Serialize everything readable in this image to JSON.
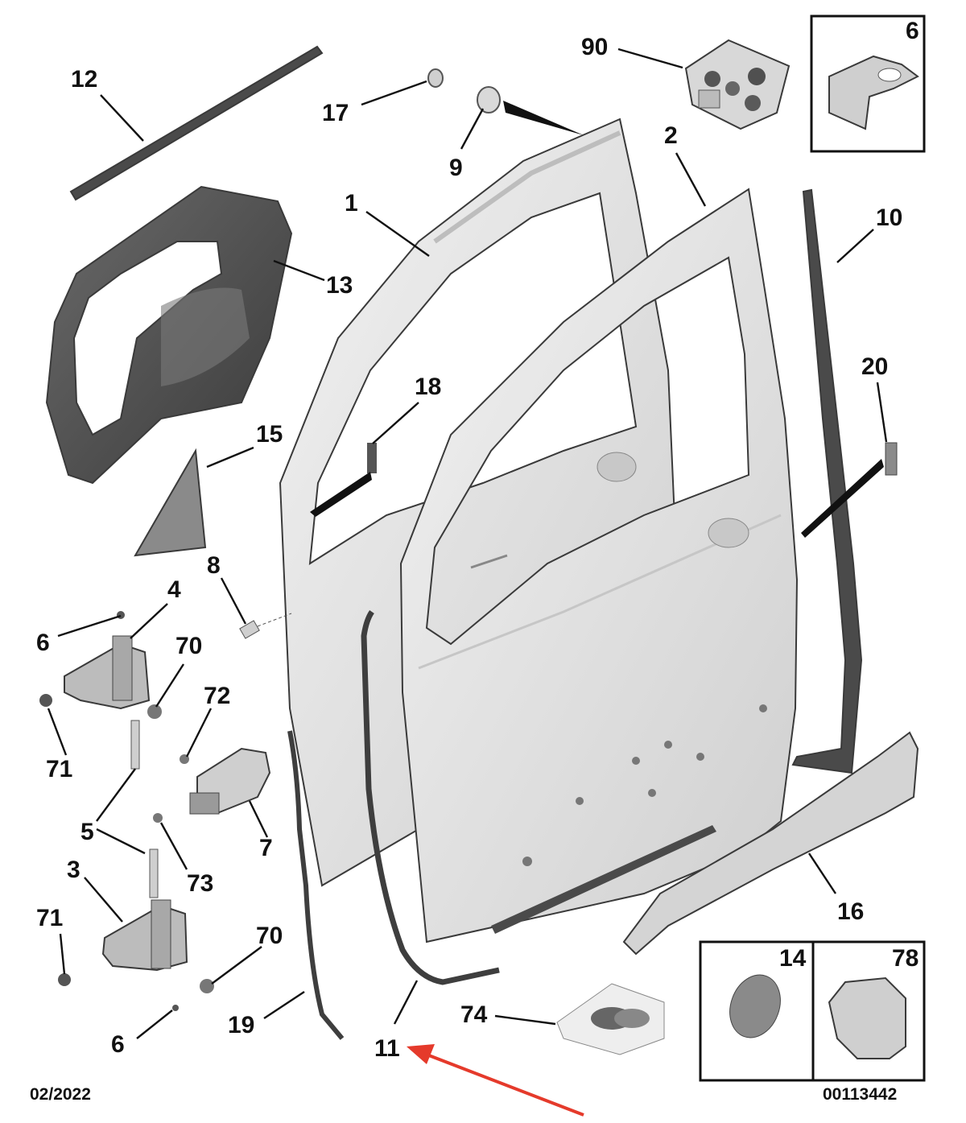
{
  "labels": {
    "l1": "1",
    "l2": "2",
    "l3": "3",
    "l4": "4",
    "l5": "5",
    "l6a": "6",
    "l6b": "6",
    "l6c": "6",
    "l7": "7",
    "l8": "8",
    "l9": "9",
    "l10": "10",
    "l11": "11",
    "l12": "12",
    "l13": "13",
    "l14": "14",
    "l15": "15",
    "l16": "16",
    "l17": "17",
    "l18": "18",
    "l19": "19",
    "l20": "20",
    "l70a": "70",
    "l70b": "70",
    "l71a": "71",
    "l71b": "71",
    "l72": "72",
    "l73": "73",
    "l74": "74",
    "l78": "78",
    "l90": "90"
  },
  "footer": {
    "date": "02/2022",
    "reference": "00113442"
  },
  "colors": {
    "panel": "#dcdcdc",
    "panel_light": "#ececec",
    "seal": "#4a4a4a",
    "arrow": "#e53a2b"
  }
}
